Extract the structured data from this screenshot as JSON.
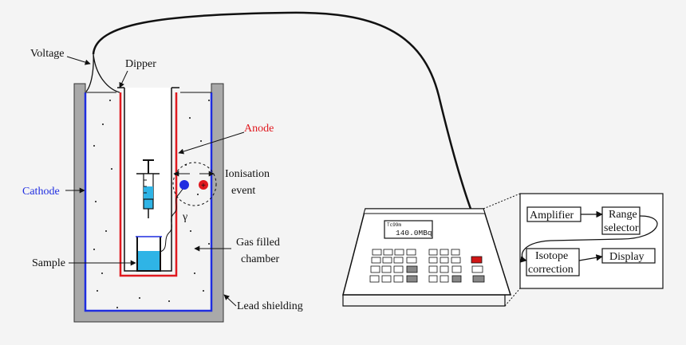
{
  "labels": {
    "voltage": "Voltage",
    "dipper": "Dipper",
    "anode": "Anode",
    "cathode": "Cathode",
    "ionisation_line1": "Ionisation",
    "ionisation_line2": "event",
    "gamma": "γ",
    "gas_line1": "Gas filled",
    "gas_line2": "chamber",
    "sample": "Sample",
    "lead_shielding": "Lead shielding"
  },
  "calibrator": {
    "isotope": "Tc99m",
    "reading": "140.0MBq"
  },
  "blocks": {
    "amplifier": "Amplifier",
    "range_line1": "Range",
    "range_line2": "selector",
    "isotope_line1": "Isotope",
    "isotope_line2": "correction",
    "display": "Display"
  },
  "charges": {
    "negative": "−",
    "positive": "+"
  },
  "colors": {
    "background": "#f4f4f4",
    "shield": "#a9a9a9",
    "cathode": "#1f2de0",
    "anode": "#e0191f",
    "liquid": "#2fb4e6",
    "neg_ion": "#1f2de0",
    "pos_ion": "#e0191f",
    "anode_text": "#e0191f",
    "cathode_text": "#1f2de0",
    "red_key": "#d01515"
  }
}
